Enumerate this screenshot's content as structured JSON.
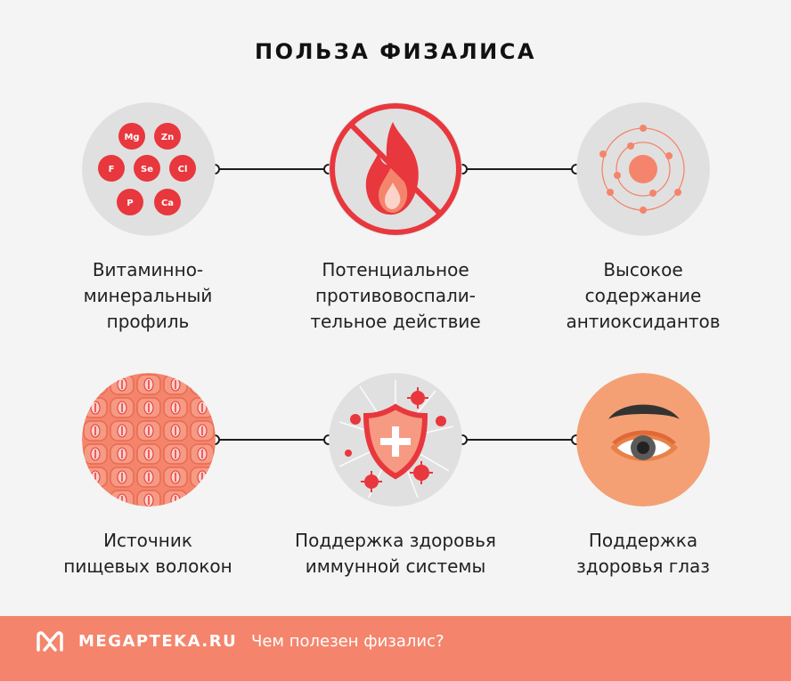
{
  "title": "ПОЛЬЗА ФИЗАЛИСА",
  "benefits": [
    {
      "line1": "Витаминно-",
      "line2": "минеральный",
      "line3": "профиль",
      "icon": "minerals-icon"
    },
    {
      "line1": "Потенциальное",
      "line2": "противовоспали-",
      "line3": "тельное действие",
      "icon": "no-fire-icon"
    },
    {
      "line1": "Высокое",
      "line2": "содержание",
      "line3": "антиоксидантов",
      "icon": "atom-icon"
    },
    {
      "line1": "Источник",
      "line2": "пищевых волокон",
      "icon": "fiber-icon"
    },
    {
      "line1": "Поддержка здоровья",
      "line2": "иммунной системы",
      "icon": "immune-shield-icon"
    },
    {
      "line1": "Поддержка",
      "line2": "здоровья глаз",
      "icon": "eye-icon"
    }
  ],
  "minerals": [
    "Mg",
    "Zn",
    "F",
    "Se",
    "Cl",
    "P",
    "Ca"
  ],
  "footer": {
    "brand": "MEGAPTEKA.RU",
    "link": "Чем полезен физалис?"
  },
  "colors": {
    "accent": "#f4856c",
    "red": "#e8373d",
    "circle_bg": "#e0e0e0"
  }
}
